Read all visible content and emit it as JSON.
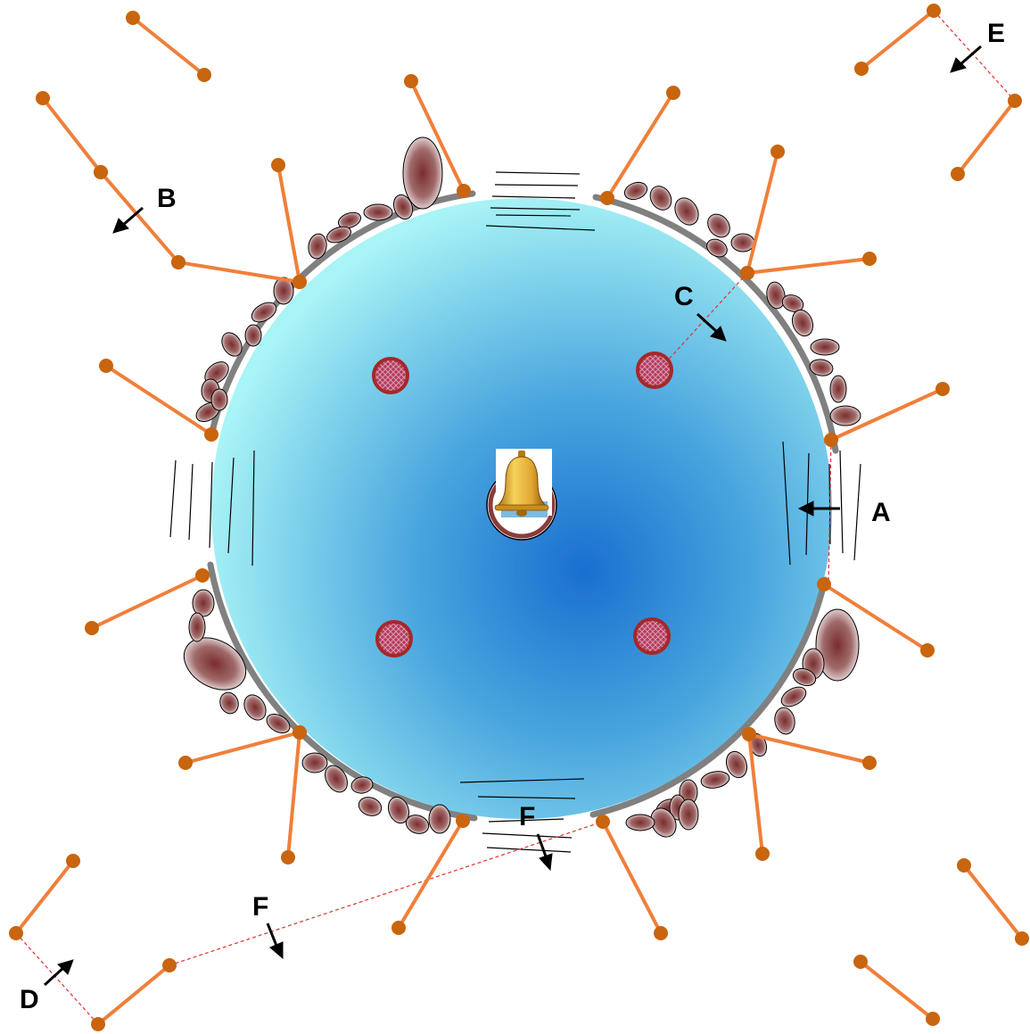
{
  "labels": {
    "a": "A",
    "b": "B",
    "c": "C",
    "d": "D",
    "e": "E",
    "f_bottom_center": "F",
    "f_bottom_left": "F"
  },
  "icons": {
    "center": "bell-icon",
    "holes": "mesh-hole-icon",
    "rocks": "rock-icon",
    "pins": "pin-stick-icon"
  },
  "colors": {
    "stick": "#f07f3a",
    "pin_head": "#c8650e",
    "wall": "#808080",
    "pond_center": "#1a6fd0",
    "pond_edge": "#a9f4f6",
    "rock": "#7a2d2d",
    "hole": "#b03030",
    "dashed": "#e33030"
  }
}
